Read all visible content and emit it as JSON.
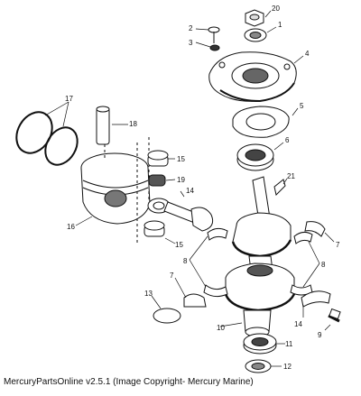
{
  "caption": "MercuryPartsOnline v2.5.1 (Image Copyright- Mercury Marine)",
  "callouts": [
    "20",
    "1",
    "2",
    "3",
    "4",
    "5",
    "6",
    "21",
    "17",
    "18",
    "15",
    "19",
    "14",
    "16",
    "15",
    "7",
    "8",
    "8",
    "7",
    "13",
    "10",
    "14",
    "9",
    "11",
    "12"
  ],
  "colors": {
    "line": "#111111",
    "shade": "#555555",
    "paper": "#ffffff"
  }
}
